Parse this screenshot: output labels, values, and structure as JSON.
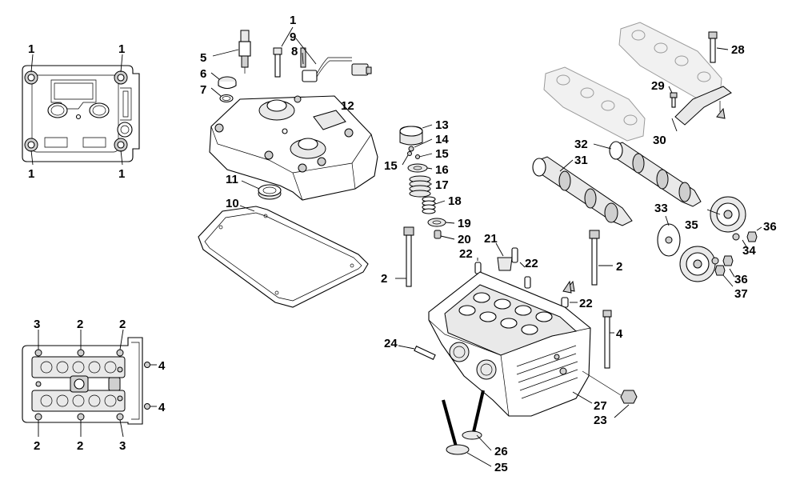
{
  "callouts": [
    {
      "id": "c1a",
      "text": "1"
    },
    {
      "id": "c1b",
      "text": "1"
    },
    {
      "id": "c1c",
      "text": "1"
    },
    {
      "id": "c1d",
      "text": "1"
    },
    {
      "id": "c1e",
      "text": "1"
    },
    {
      "id": "c2a",
      "text": "2"
    },
    {
      "id": "c2b",
      "text": "2"
    },
    {
      "id": "c2c",
      "text": "2"
    },
    {
      "id": "c2d",
      "text": "2"
    },
    {
      "id": "c2e",
      "text": "2"
    },
    {
      "id": "c2f",
      "text": "2"
    },
    {
      "id": "c3a",
      "text": "3"
    },
    {
      "id": "c3b",
      "text": "3"
    },
    {
      "id": "c4a",
      "text": "4"
    },
    {
      "id": "c4b",
      "text": "4"
    },
    {
      "id": "c4c",
      "text": "4"
    },
    {
      "id": "c5",
      "text": "5"
    },
    {
      "id": "c6",
      "text": "6"
    },
    {
      "id": "c7",
      "text": "7"
    },
    {
      "id": "c8",
      "text": "8"
    },
    {
      "id": "c9",
      "text": "9"
    },
    {
      "id": "c10",
      "text": "10"
    },
    {
      "id": "c11",
      "text": "11"
    },
    {
      "id": "c12",
      "text": "12"
    },
    {
      "id": "c13",
      "text": "13"
    },
    {
      "id": "c14",
      "text": "14"
    },
    {
      "id": "c15a",
      "text": "15"
    },
    {
      "id": "c15b",
      "text": "15"
    },
    {
      "id": "c16",
      "text": "16"
    },
    {
      "id": "c17",
      "text": "17"
    },
    {
      "id": "c18",
      "text": "18"
    },
    {
      "id": "c19",
      "text": "19"
    },
    {
      "id": "c20",
      "text": "20"
    },
    {
      "id": "c21",
      "text": "21"
    },
    {
      "id": "c22a",
      "text": "22"
    },
    {
      "id": "c22b",
      "text": "22"
    },
    {
      "id": "c22c",
      "text": "22"
    },
    {
      "id": "c23",
      "text": "23"
    },
    {
      "id": "c24",
      "text": "24"
    },
    {
      "id": "c25",
      "text": "25"
    },
    {
      "id": "c26",
      "text": "26"
    },
    {
      "id": "c27",
      "text": "27"
    },
    {
      "id": "c28",
      "text": "28"
    },
    {
      "id": "c29",
      "text": "29"
    },
    {
      "id": "c30",
      "text": "30"
    },
    {
      "id": "c31",
      "text": "31"
    },
    {
      "id": "c32",
      "text": "32"
    },
    {
      "id": "c33",
      "text": "33"
    },
    {
      "id": "c34",
      "text": "34"
    },
    {
      "id": "c35",
      "text": "35"
    },
    {
      "id": "c36a",
      "text": "36"
    },
    {
      "id": "c36b",
      "text": "36"
    },
    {
      "id": "c37",
      "text": "37"
    }
  ]
}
